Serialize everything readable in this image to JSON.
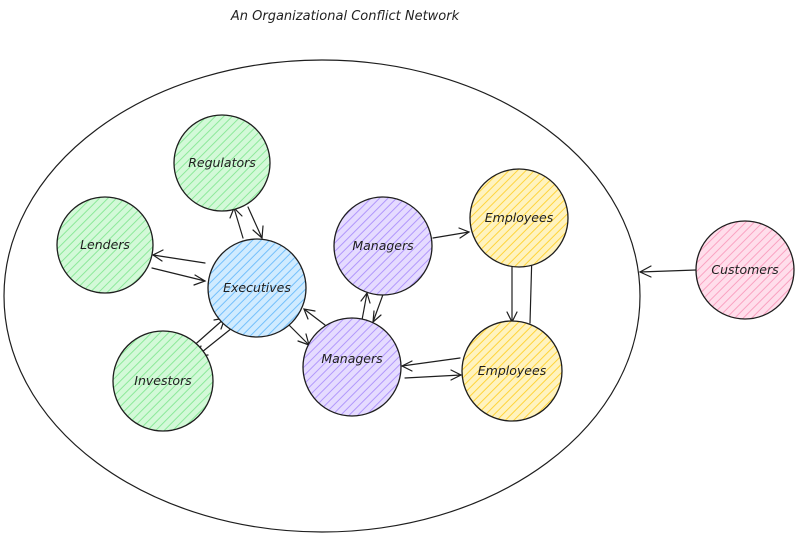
{
  "title": "An Organizational Conflict Network",
  "colors": {
    "green": "#b2f2bb",
    "blue": "#a5d8ff",
    "purple": "#d0bfff",
    "yellow": "#ffec99",
    "pink": "#fcc2d7",
    "stroke": "#1e1e1e"
  },
  "nodes": {
    "regulators": {
      "label": "Regulators",
      "color": "green"
    },
    "lenders": {
      "label": "Lenders",
      "color": "green"
    },
    "investors": {
      "label": "Investors",
      "color": "green"
    },
    "executives": {
      "label": "Executives",
      "color": "blue"
    },
    "managers_top": {
      "label": "Managers",
      "color": "purple"
    },
    "managers_bottom": {
      "label": "Managers",
      "color": "purple"
    },
    "employees_top": {
      "label": "Employees",
      "color": "yellow"
    },
    "employees_bottom": {
      "label": "Employees",
      "color": "yellow"
    },
    "customers": {
      "label": "Customers",
      "color": "pink"
    }
  }
}
